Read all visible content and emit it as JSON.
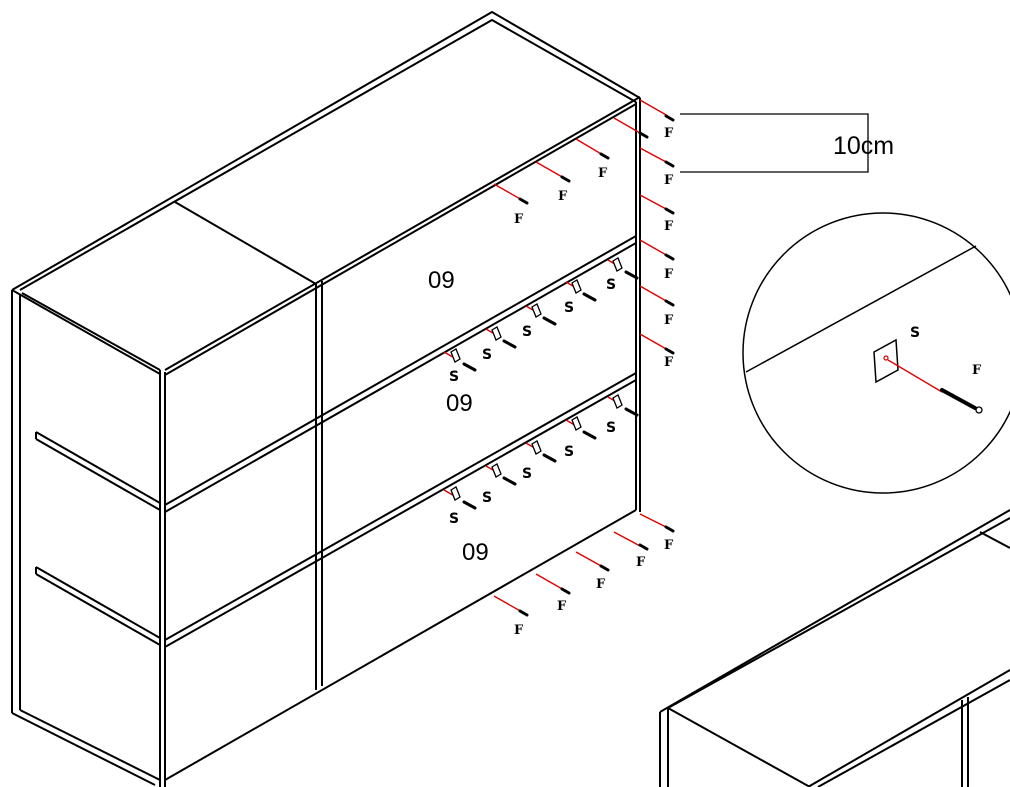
{
  "dimension": {
    "text": "10cm"
  },
  "panels": [
    {
      "id": "top",
      "label": "09"
    },
    {
      "id": "middle",
      "label": "09"
    },
    {
      "id": "bottom",
      "label": "09"
    }
  ],
  "legend": {
    "screw": "F",
    "bracket": "S"
  },
  "colors": {
    "line": "#000000",
    "drill_line": "#e00000",
    "background": "#ffffff"
  }
}
